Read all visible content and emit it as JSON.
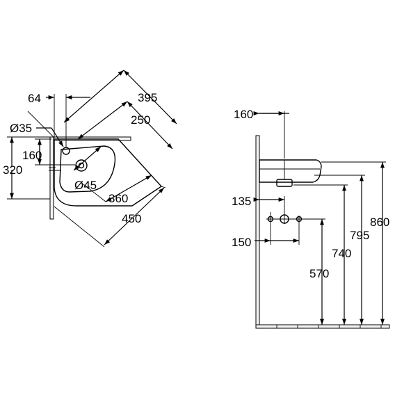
{
  "top_view": {
    "dim_64": "64",
    "dim_395": "395",
    "dim_250": "250",
    "dim_d35": "Ø35",
    "dim_160": "160",
    "dim_320": "320",
    "dim_d45": "Ø45",
    "dim_360": "360",
    "dim_450": "450"
  },
  "side_view": {
    "dim_160": "160",
    "dim_135": "135",
    "dim_150": "150",
    "dim_570": "570",
    "dim_740": "740",
    "dim_795": "795",
    "dim_860": "860"
  }
}
